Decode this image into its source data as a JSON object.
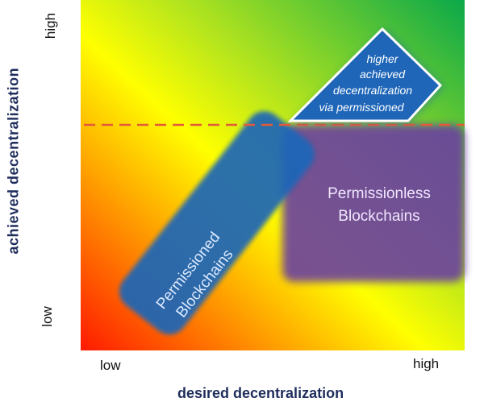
{
  "axes": {
    "y_label": "achieved  decentralization",
    "x_label": "desired decentralization",
    "y_high": "high",
    "y_low": "low",
    "x_low": "low",
    "x_high": "high"
  },
  "regions": {
    "permissioned_line1": "Permissioned",
    "permissioned_line2": "Blockchains",
    "permissionless_line1": "Permissionless",
    "permissionless_line2": "Blockchains"
  },
  "callout": {
    "line1": "higher",
    "line2": "achieved",
    "line3": "decentralization",
    "line4": "via permissioned"
  },
  "colors": {
    "low_corner": "#ff1a00",
    "mid": "#ffff00",
    "high_corner": "#0aa84a",
    "permissioned": "#1f66b8",
    "permissionless": "#6a3fa0",
    "threshold_line": "#e25a3a",
    "axis_text": "#1f2d5c"
  }
}
